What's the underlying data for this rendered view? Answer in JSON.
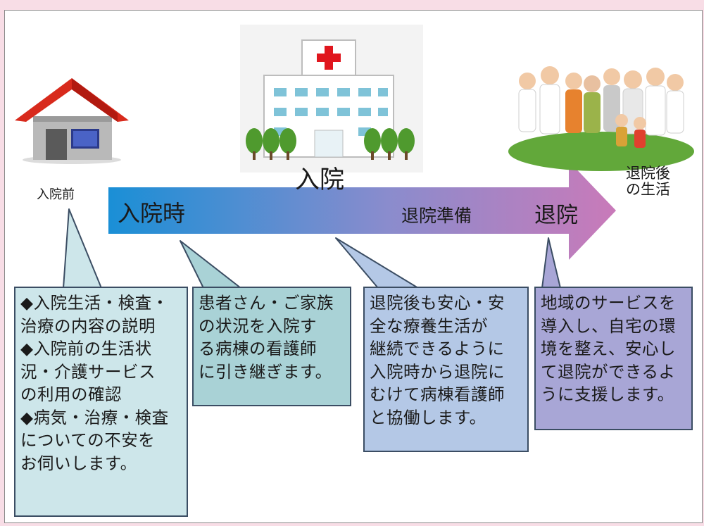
{
  "colors": {
    "box1": "#cde6ea",
    "box2": "#a9d2d6",
    "box3": "#b4c8e6",
    "box4": "#a8a6d6",
    "arrow_start": "#1a8fd6",
    "arrow_end": "#c97ab9",
    "house_roof": "#d82a1c",
    "cross": "#e0161e",
    "grass": "#62a83a"
  },
  "labels": {
    "before": "入院前",
    "hospitalization": "入院",
    "admission": "入院時",
    "discharge_prep": "退院準備",
    "discharge": "退院",
    "after_line1": "退院後",
    "after_line2": "の生活"
  },
  "boxes": [
    {
      "lines": [
        "◆入院生活・検査・",
        "治療の内容の説明",
        "◆入院前の生活状",
        "況・介護サービス",
        "の利用の確認",
        "◆病気・治療・検査",
        "についての不安を",
        "お伺いします。"
      ]
    },
    {
      "lines": [
        "患者さん・ご家族",
        "の状況を入院す",
        "る病棟の看護師",
        "に引き継ぎます。"
      ]
    },
    {
      "lines": [
        "退院後も安心・安",
        "全な療養生活が",
        "継続できるように",
        "入院時から退院に",
        "むけて病棟看護師",
        "と協働します。"
      ]
    },
    {
      "lines": [
        "地域のサービスを",
        "導入し、自宅の環",
        "境を整え、安心し",
        "て退院ができるよ",
        "うに支援します。"
      ]
    }
  ],
  "icons": {
    "house": "house-icon",
    "hospital": "hospital-building-icon",
    "family": "family-and-doctors-icon"
  }
}
